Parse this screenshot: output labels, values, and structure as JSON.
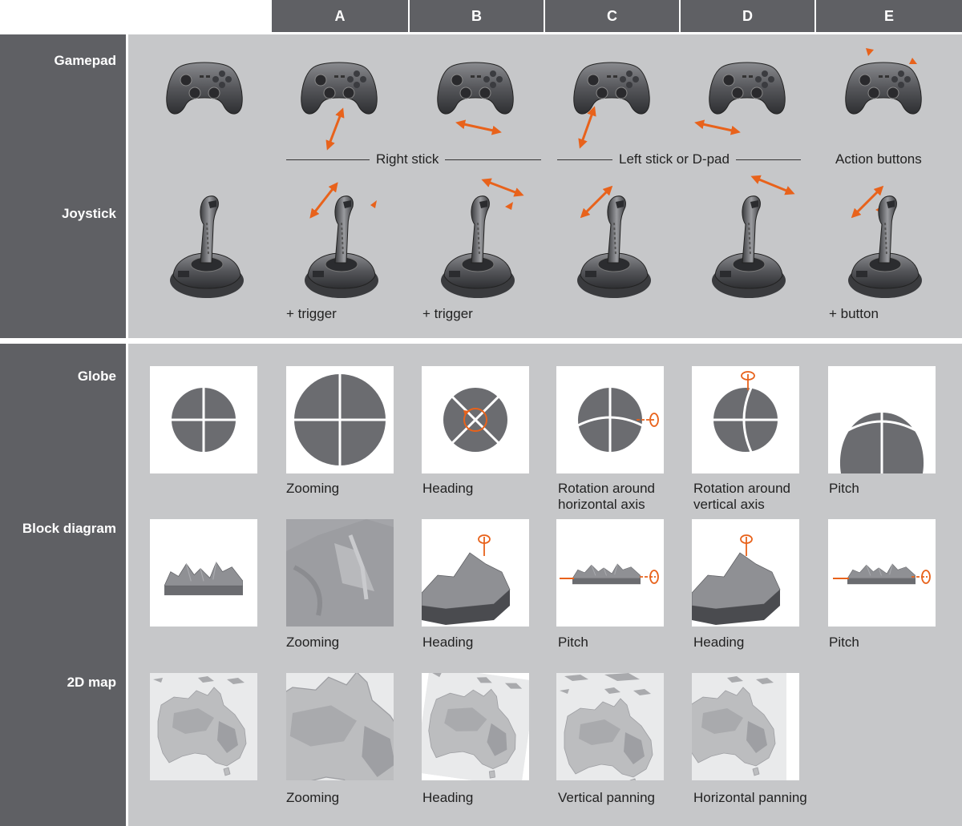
{
  "columns": [
    "A",
    "B",
    "C",
    "D",
    "E"
  ],
  "rows": {
    "gamepad": "Gamepad",
    "joystick": "Joystick",
    "globe": "Globe",
    "block": "Block diagram",
    "map": "2D map"
  },
  "groups": {
    "right_stick": "Right stick",
    "left_stick": "Left stick or D-pad",
    "action": "Action buttons"
  },
  "joystick_captions": {
    "a": "+ trigger",
    "b": "+ trigger",
    "e": "+ button"
  },
  "globe_captions": {
    "a": "Zooming",
    "b": "Heading",
    "c": "Rotation around\nhorizontal axis",
    "d": "Rotation around\nvertical axis",
    "e": "Pitch"
  },
  "block_captions": {
    "a": "Zooming",
    "b": "Heading",
    "c": "Pitch",
    "d": "Heading",
    "e": "Pitch"
  },
  "map_captions": {
    "a": "Zooming",
    "b": "Heading",
    "c": "Vertical panning",
    "d": "Horizontal panning"
  },
  "colors": {
    "header": "#5f6064",
    "panel": "#c6c7c9",
    "accent": "#e8621b",
    "globe": "#6b6c70"
  }
}
